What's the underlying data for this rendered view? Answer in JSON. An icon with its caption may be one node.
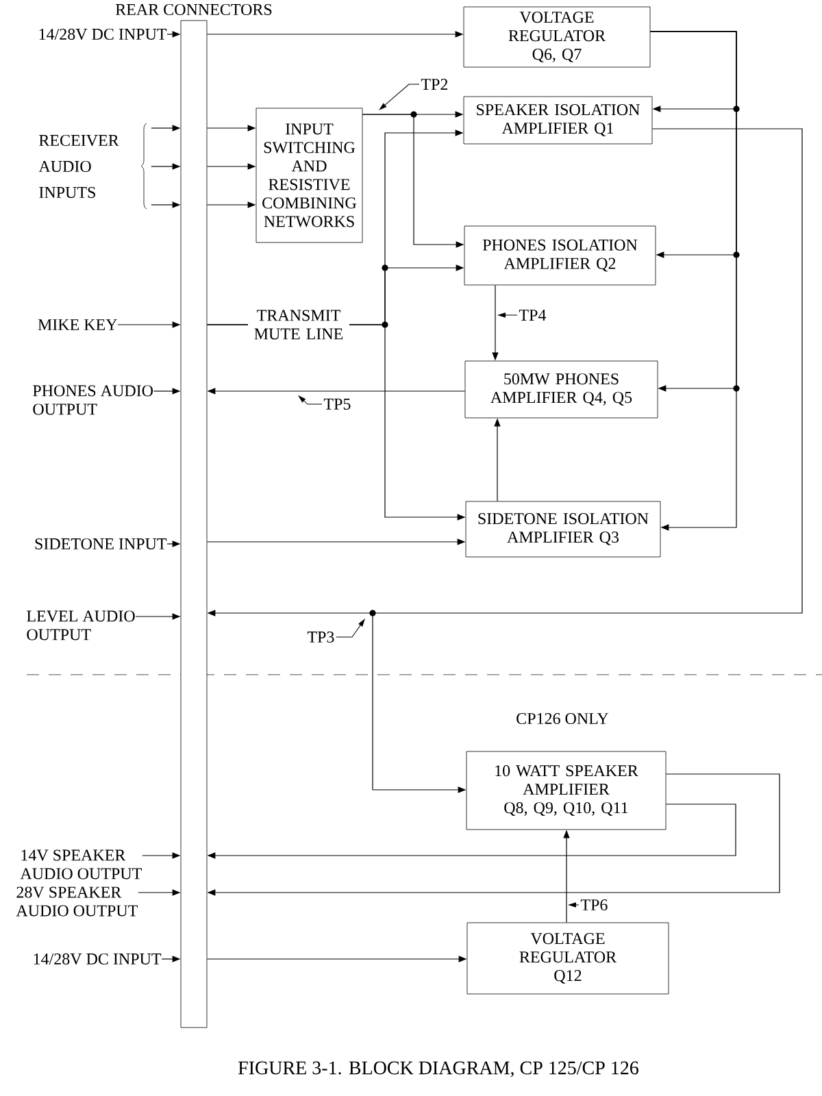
{
  "diagram": {
    "caption": "FIGURE 3-1. BLOCK DIAGRAM, CP 125/CP 126",
    "nodes": [
      {
        "text": [
          "REAR CONNECTORS"
        ]
      },
      {
        "text": [
          "14/28V DC INPUT"
        ]
      },
      {
        "text": [
          "RECEIVER AUDIO INPUTS"
        ]
      },
      {
        "text": [
          "MIKE KEY"
        ]
      },
      {
        "text": [
          "PHONES AUDIO OUTPUT"
        ]
      },
      {
        "text": [
          "SIDETONE INPUT"
        ]
      },
      {
        "text": [
          "LEVEL AUDIO OUTPUT"
        ]
      },
      {
        "text": [
          "14V SPEAKER AUDIO OUTPUT"
        ]
      },
      {
        "text": [
          "28V SPEAKER AUDIO OUTPUT"
        ]
      },
      {
        "text": [
          "14/28V DC INPUT"
        ]
      },
      {
        "text": [
          "VOLTAGE REGULATOR Q6, Q7"
        ]
      },
      {
        "text": [
          "INPUT SWITCHING AND RESISTIVE COMBINING NETWORKS"
        ]
      },
      {
        "text": [
          "SPEAKER ISOLATION AMPLIFIER Q1"
        ]
      },
      {
        "text": [
          "PHONES ISOLATION AMPLIFIER Q2"
        ]
      },
      {
        "text": [
          "50MW PHONES AMPLIFIER Q4, Q5"
        ]
      },
      {
        "text": [
          "SIDETONE ISOLATION AMPLIFIER Q3"
        ]
      },
      {
        "text": [
          "10 WATT SPEAKER AMPLIFIER",
          "Q8, Q9, Q10, Q11"
        ]
      },
      {
        "text": [
          "VOLTAGE REGULATOR Q12"
        ]
      },
      {
        "text": [
          "TP2"
        ]
      },
      {
        "text": [
          "TP4"
        ]
      },
      {
        "text": [
          "TP5"
        ]
      },
      {
        "text": [
          "TP3"
        ]
      },
      {
        "text": [
          "TP6"
        ]
      }
    ],
    "edges": [
      {
        "from": 1,
        "to": 0,
        "arrow": "to"
      },
      {
        "from": 2,
        "to": 0,
        "arrow": "to"
      },
      {
        "from": 2,
        "to": 0,
        "arrow": "to"
      },
      {
        "from": 2,
        "to": 0,
        "arrow": "to"
      },
      {
        "from": 3,
        "to": 0,
        "arrow": "to"
      },
      {
        "from": 4,
        "to": 0,
        "arrow": "to"
      },
      {
        "from": 5,
        "to": 0,
        "arrow": "to"
      },
      {
        "from": 6,
        "to": 0,
        "arrow": "to"
      },
      {
        "from": 7,
        "to": 0,
        "arrow": "to"
      },
      {
        "from": 8,
        "to": 0,
        "arrow": "to"
      },
      {
        "from": 9,
        "to": 0,
        "arrow": "to"
      },
      {
        "from": 0,
        "to": 10,
        "arrow": "to"
      },
      {
        "from": 0,
        "to": 11,
        "arrow": "to"
      },
      {
        "from": 0,
        "to": 11,
        "arrow": "to"
      },
      {
        "from": 0,
        "to": 11,
        "arrow": "to"
      },
      {
        "from": 11,
        "to": 12,
        "arrow": "to"
      },
      {
        "from": 11,
        "to": 13,
        "arrow": "to"
      },
      {
        "from": 0,
        "to": 12,
        "arrow": "to",
        "label": "TRANSMIT MUTE LINE"
      },
      {
        "from": 0,
        "to": 13,
        "arrow": "to"
      },
      {
        "from": 0,
        "to": 15,
        "arrow": "to"
      },
      {
        "from": 10,
        "to": 12,
        "arrow": "to"
      },
      {
        "from": 10,
        "to": 13,
        "arrow": "to"
      },
      {
        "from": 10,
        "to": 14,
        "arrow": "to"
      },
      {
        "from": 10,
        "to": 15,
        "arrow": "to"
      },
      {
        "from": 13,
        "to": 14,
        "arrow": "to"
      },
      {
        "from": 15,
        "to": 14,
        "arrow": "to"
      },
      {
        "from": 14,
        "to": 0,
        "arrow": "to"
      },
      {
        "from": 0,
        "to": 15,
        "arrow": "to"
      },
      {
        "from": 12,
        "to": 0,
        "arrow": "to"
      },
      {
        "from": 12,
        "to": 16,
        "arrow": "to"
      },
      {
        "from": 16,
        "to": 0,
        "arrow": "to"
      },
      {
        "from": 16,
        "to": 0,
        "arrow": "to"
      },
      {
        "from": 17,
        "to": 16,
        "arrow": "to"
      },
      {
        "from": 0,
        "to": 17,
        "arrow": "to"
      },
      {
        "from": 18,
        "to": null,
        "arrow": "to"
      },
      {
        "from": 19,
        "to": null,
        "arrow": "to"
      },
      {
        "from": 20,
        "to": null,
        "arrow": "to"
      },
      {
        "from": 21,
        "to": null,
        "arrow": "to"
      },
      {
        "from": 22,
        "to": null,
        "arrow": "to"
      }
    ],
    "labels": [
      "CP126 ONLY"
    ]
  }
}
